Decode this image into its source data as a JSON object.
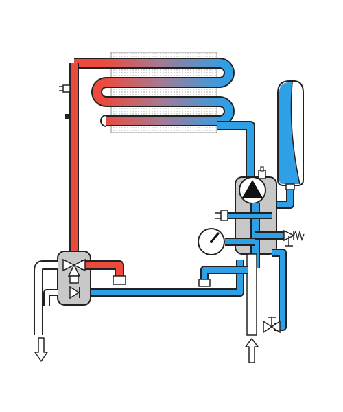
{
  "diagram": {
    "colors": {
      "hot": "#ec4a3c",
      "cold": "#2f9fe6",
      "outline": "#222222",
      "body_gray": "#c8c8c8",
      "pipe_white": "#ffffff"
    },
    "components": [
      {
        "id": "heat-exchanger",
        "icon": "finned-coil-heat-exchanger"
      },
      {
        "id": "expansion-vessel",
        "icon": "pressure-vessel"
      },
      {
        "id": "circulation-pump",
        "icon": "pump-triangle"
      },
      {
        "id": "three-way-valve",
        "icon": "diverter-valve"
      },
      {
        "id": "check-valve",
        "icon": "non-return-valve"
      },
      {
        "id": "pressure-gauge",
        "icon": "manometer"
      },
      {
        "id": "safety-valve",
        "icon": "spring-relief-valve"
      },
      {
        "id": "fill-valve",
        "icon": "gate-valve"
      },
      {
        "id": "air-vent",
        "icon": "automatic-air-vent"
      },
      {
        "id": "temperature-sensor",
        "icon": "sensor-plug"
      },
      {
        "id": "outlet-arrow",
        "icon": "arrow-down-outline"
      },
      {
        "id": "inlet-arrow",
        "icon": "arrow-up-outline"
      }
    ]
  }
}
